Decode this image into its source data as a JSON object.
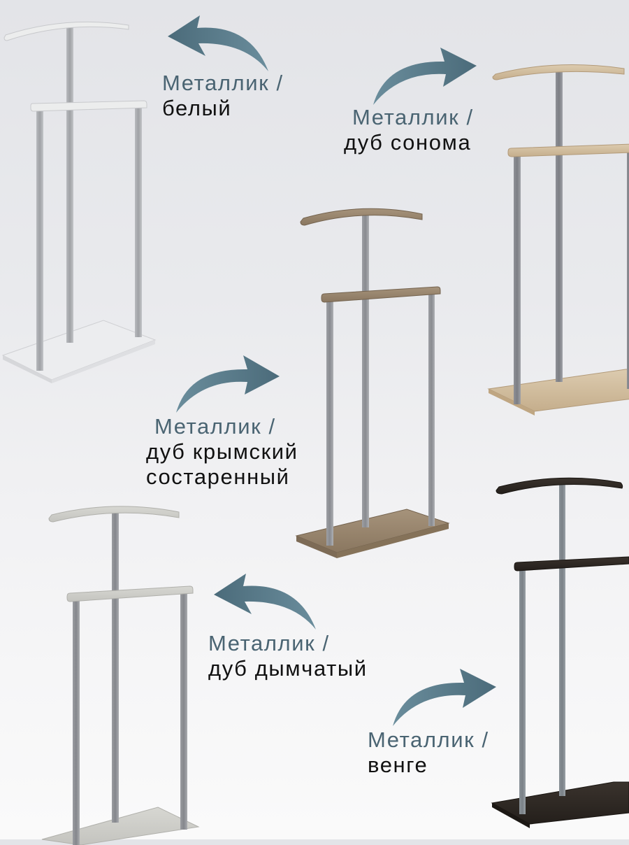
{
  "colors": {
    "arrow": "#557a8a",
    "arrow_dark": "#4b6b7a",
    "label_primary": "#4a6472",
    "label_secondary": "#111111",
    "metal": "#9a9ca1"
  },
  "variants": [
    {
      "id": "white",
      "line1": "Металлик /",
      "line2": "белый",
      "line3": "",
      "wood_color": "#e7e8ea",
      "wood_edge": "#c9cbcf",
      "arrow_direction": "left"
    },
    {
      "id": "sonoma-oak",
      "line1": "Металлик /",
      "line2": "дуб сонома",
      "line3": "",
      "wood_color": "#d3bfa0",
      "wood_edge": "#b79f7f",
      "arrow_direction": "right"
    },
    {
      "id": "crimean-aged-oak",
      "line1": "Металлик /",
      "line2": "дуб крымский",
      "line3": "состаренный",
      "wood_color": "#9c8a74",
      "wood_edge": "#7a6a58",
      "arrow_direction": "right"
    },
    {
      "id": "smoky-oak",
      "line1": "Металлик /",
      "line2": "дуб дымчатый",
      "line3": "",
      "wood_color": "#d2d2cc",
      "wood_edge": "#b2b2ad",
      "arrow_direction": "left"
    },
    {
      "id": "wenge",
      "line1": "Металлик /",
      "line2": "венге",
      "line3": "",
      "wood_color": "#2f2924",
      "wood_edge": "#1c1815",
      "arrow_direction": "right"
    }
  ]
}
